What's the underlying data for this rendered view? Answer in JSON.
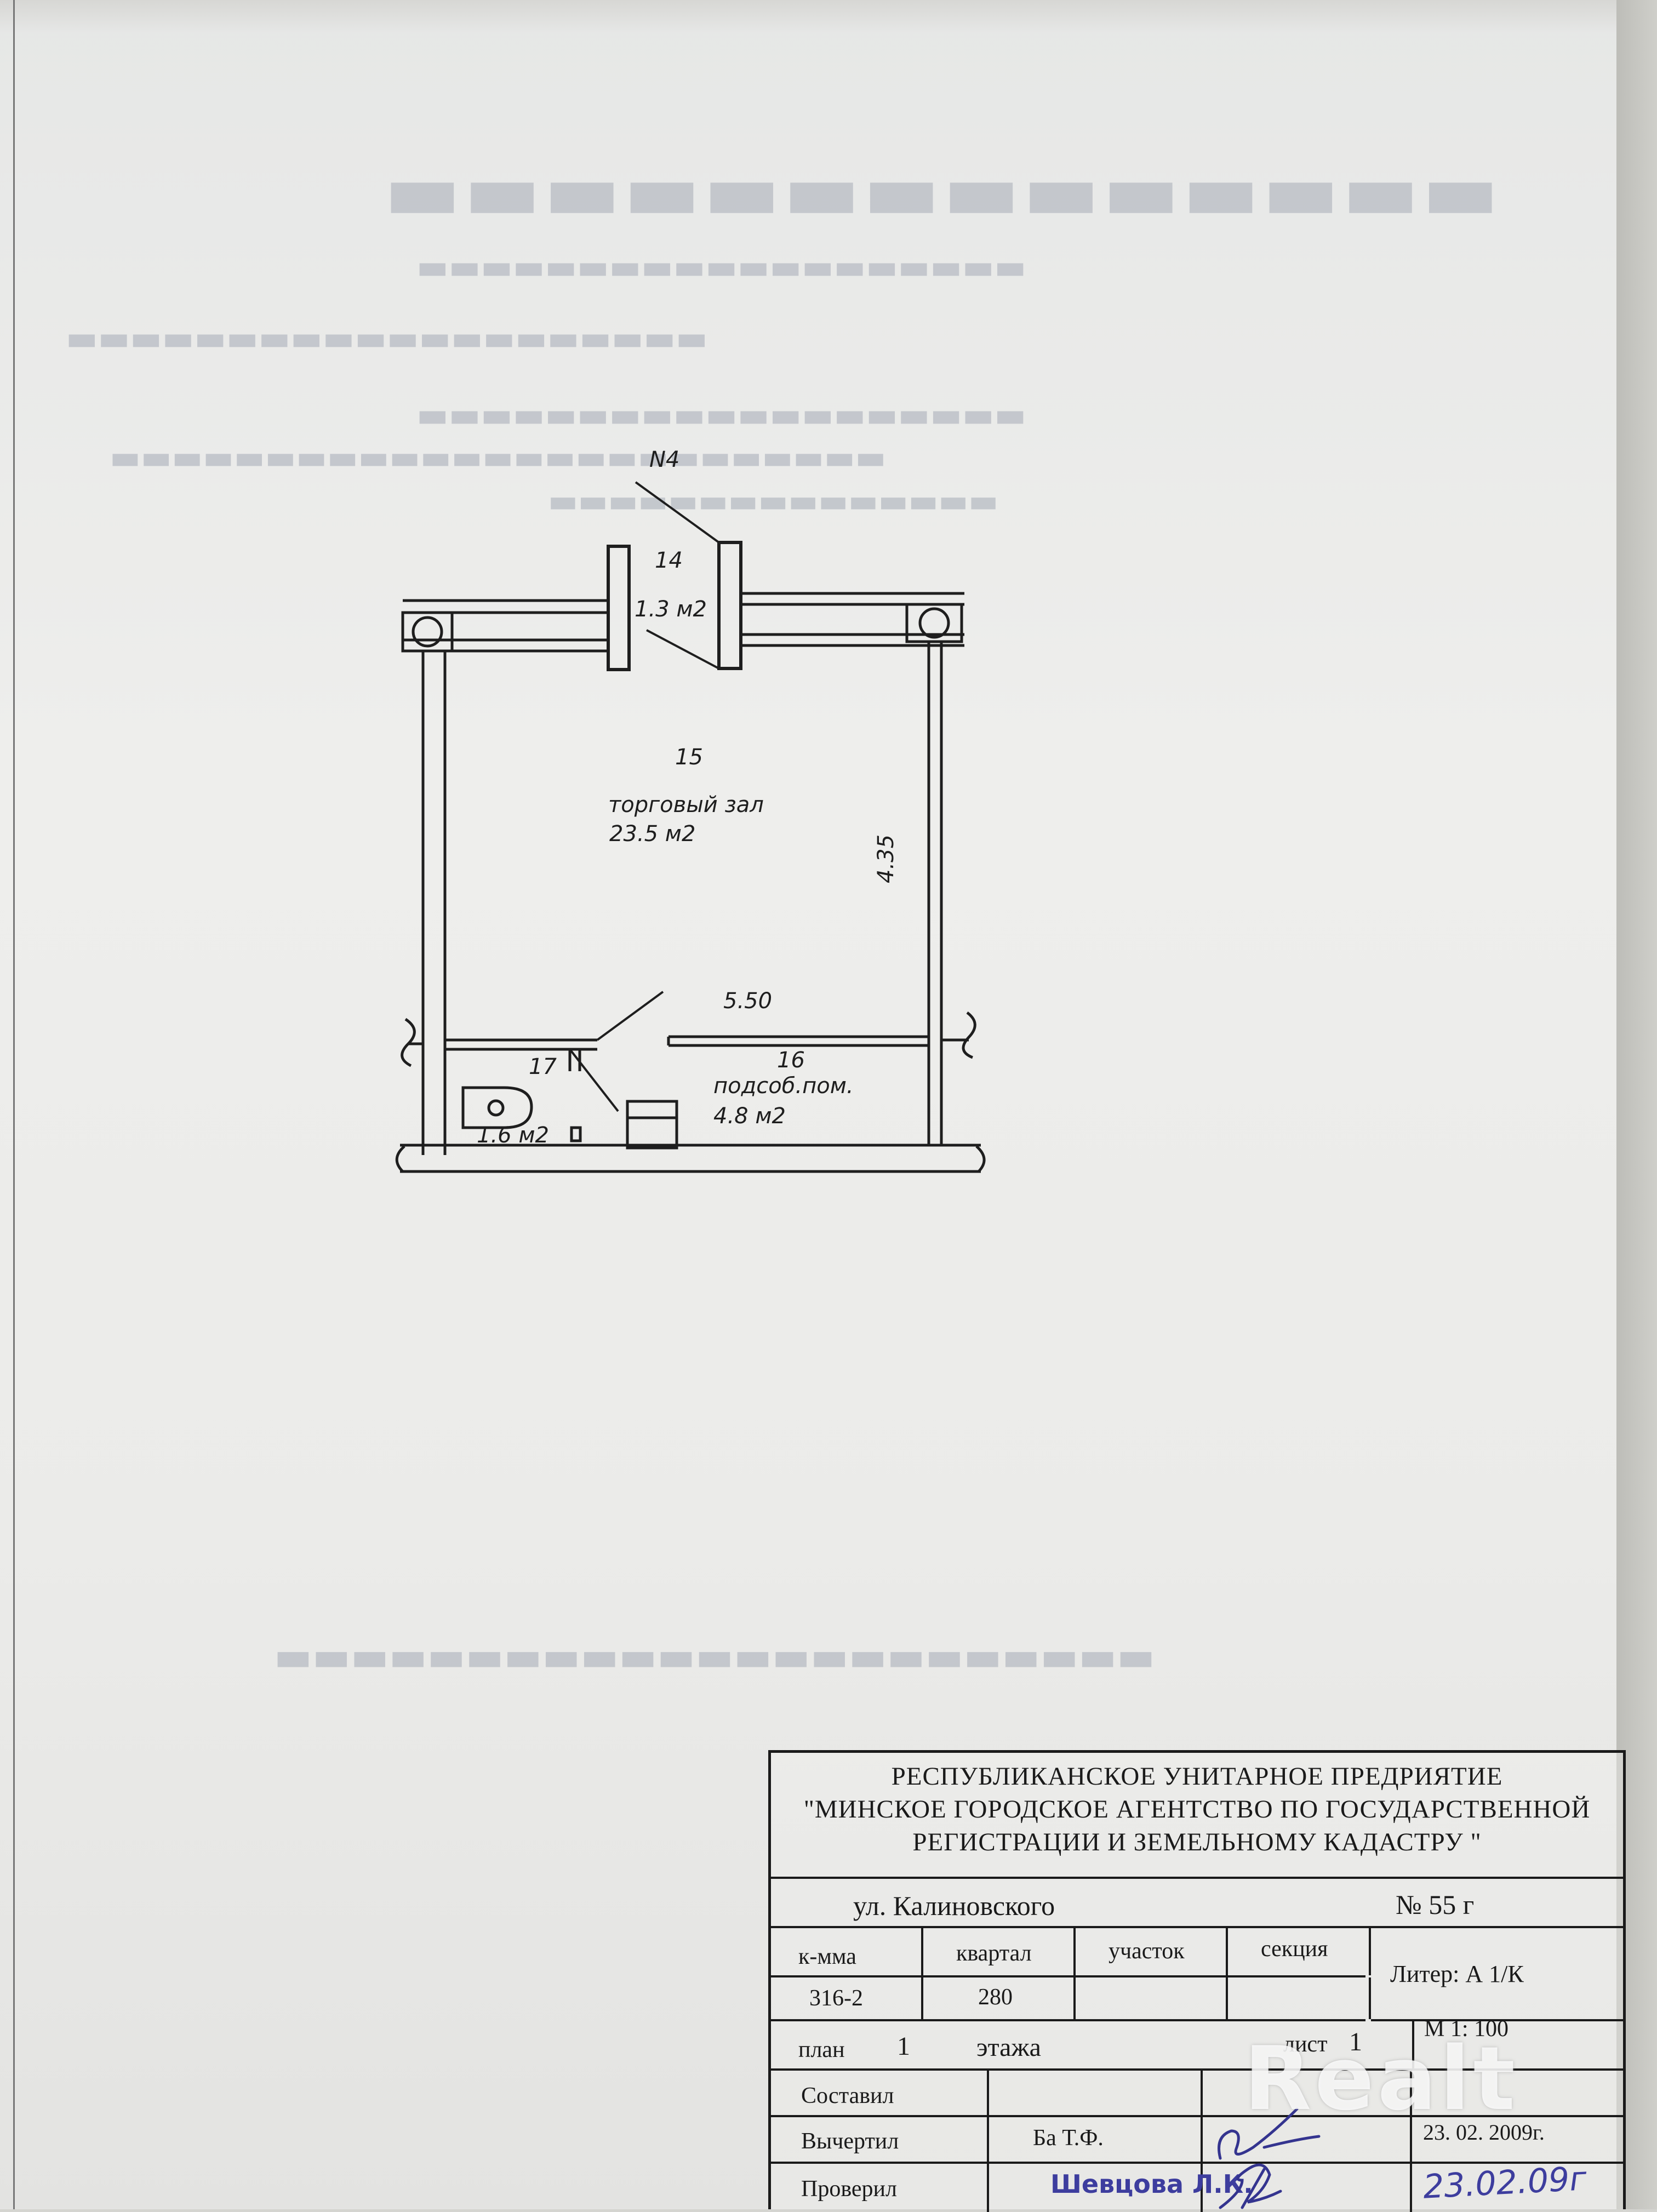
{
  "floor_plan": {
    "north_label": "N4",
    "room_14_number": "14",
    "room_14_area": "1.3 м2",
    "room_15_number": "15",
    "room_15_name": "торговый зал",
    "room_15_area": "23.5  м2",
    "dim_height": "4.35",
    "dim_width": "5.50",
    "room_16_number": "16",
    "room_16_name": "подсоб.пом.",
    "room_16_area": "4.8  м2",
    "room_17_number": "17",
    "room_17_area": "1.6 м2"
  },
  "stamp": {
    "org_line1": "РЕСПУБЛИКАНСКОЕ УНИТАРНОЕ ПРЕДРИЯТИЕ",
    "org_line2": "\"МИНСКОЕ ГОРОДСКОЕ АГЕНТСТВО ПО ГОСУДАРСТВЕННОЙ",
    "org_line3": "РЕГИСТРАЦИИ И ЗЕМЕЛЬНОМУ КАДАСТРУ \"",
    "street": "ул.  Калиновского",
    "house_number": "№ 55 г",
    "col_kmma": "к-мма",
    "col_kvartal": "квартал",
    "col_uchastok": "участок",
    "col_sekciya": "секция",
    "val_kmma": "316-2",
    "val_kvartal": "280",
    "liter": "Литер:  А 1/К",
    "plan_label": "план",
    "floor_number": "1",
    "floor_label": "этажа",
    "sheet_label": "лист",
    "sheet_number": "1",
    "scale": "М 1: 100",
    "sostavil": "Составил",
    "vychertil": "Вычертил",
    "vychertil_name": "Ба Т.Ф.",
    "vychertil_date": "23. 02. 2009г.",
    "proveril": "Проверил",
    "proveril_name": "Шевцова Л.К.",
    "proveril_date": "23.02.09г"
  },
  "watermark": "Realt"
}
